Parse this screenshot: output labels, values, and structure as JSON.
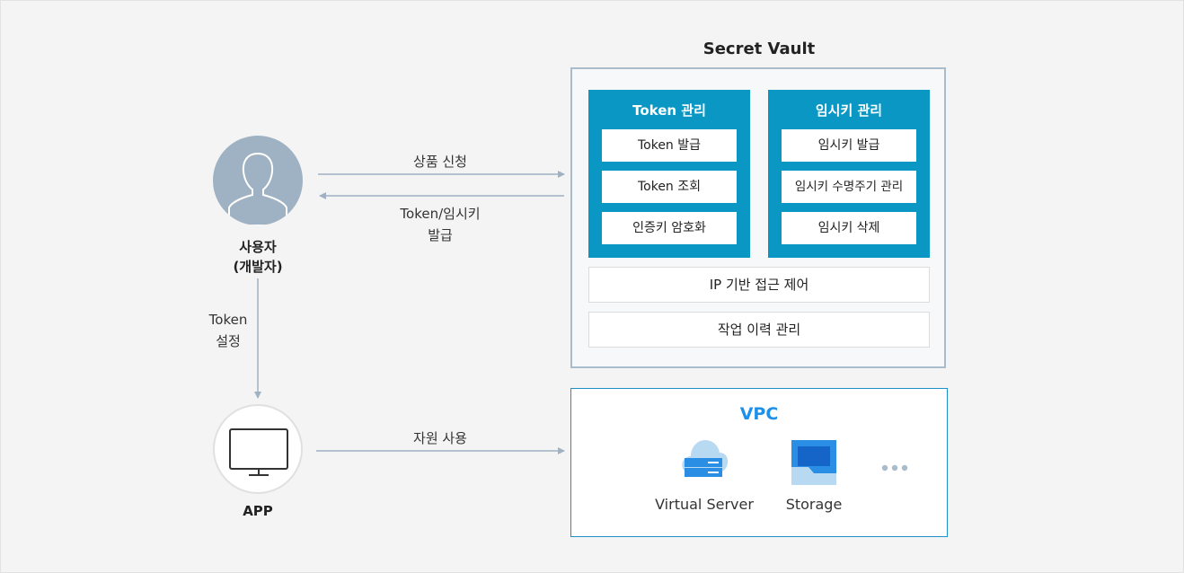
{
  "vault": {
    "title": "Secret Vault",
    "token_group": {
      "title": "Token 관리",
      "items": [
        "Token 발급",
        "Token 조회",
        "인증키 암호화"
      ]
    },
    "temp_key_group": {
      "title": "임시키 관리",
      "items": [
        "임시키 발급",
        "임시키 수명주기 관리",
        "임시키 삭제"
      ]
    },
    "ip_access": "IP 기반 접근 제어",
    "history": "작업 이력 관리"
  },
  "user": {
    "label_line1": "사용자",
    "label_line2": "(개발자)",
    "icon": "person-icon"
  },
  "app": {
    "label": "APP",
    "icon": "monitor-icon"
  },
  "arrows": {
    "request": "상품 신청",
    "issue_line1": "Token/임시키",
    "issue_line2": "발급",
    "setup_line1": "Token",
    "setup_line2": "설정",
    "use": "자원 사용"
  },
  "vpc": {
    "title": "VPC",
    "virtual_server": "Virtual Server",
    "storage": "Storage",
    "more_icon": "ellipsis-icon"
  },
  "colors": {
    "group_bg": "#0a97c4",
    "vault_border": "#a9bccb",
    "vpc_title": "#1e90e8",
    "arrow": "#9fb2c3",
    "user_circle": "#9fb2c3"
  }
}
